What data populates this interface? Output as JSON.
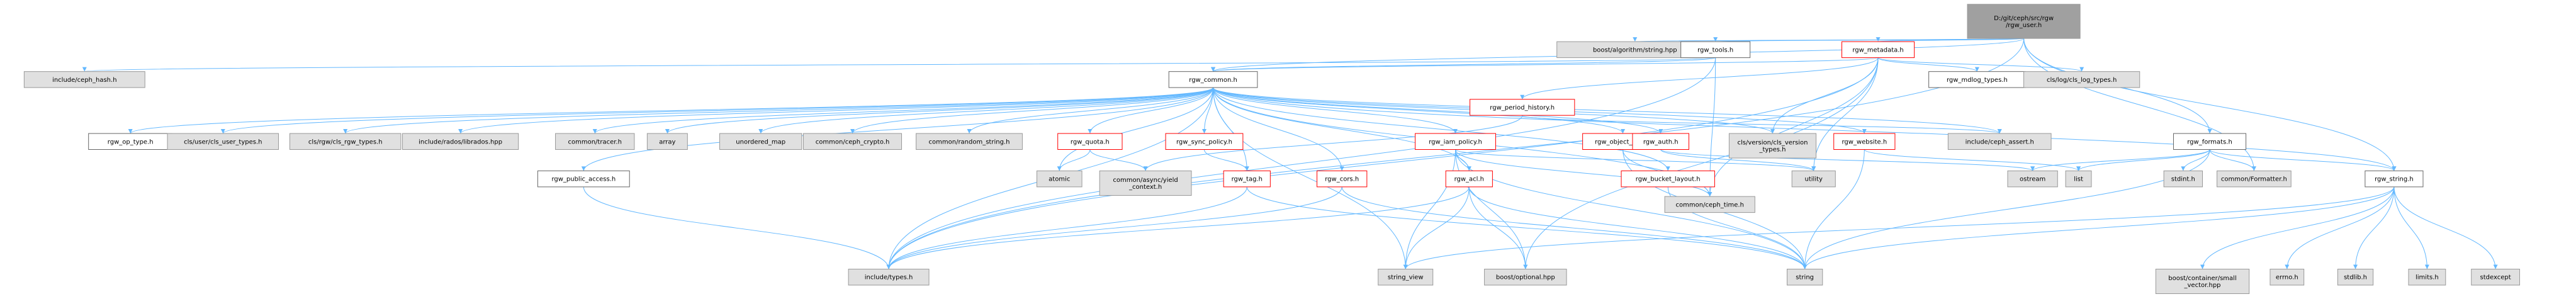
{
  "colors": {
    "edge": "#63b8ff",
    "root_fill": "#a0a0a0",
    "gray_fill": "#e0e0e0",
    "red_border": "#ff0000",
    "normal_border": "#666666"
  },
  "nodes": {
    "root": [
      "D:/git/ceph/src/rgw",
      "/rgw_user.h"
    ],
    "boost_algo": [
      "boost/algorithm/string.hpp"
    ],
    "rgw_tools": [
      "rgw_tools.h"
    ],
    "rgw_metadata": [
      "rgw_metadata.h"
    ],
    "ceph_hash": [
      "include/ceph_hash.h"
    ],
    "rgw_common": [
      "rgw_common.h"
    ],
    "rgw_period_history": [
      "rgw_period_history.h"
    ],
    "rgw_mdlog_types": [
      "rgw_mdlog_types.h"
    ],
    "cls_log_types": [
      "cls/log/cls_log_types.h"
    ],
    "rgw_op_type": [
      "rgw_op_type.h"
    ],
    "cls_user_types": [
      "cls/user/cls_user_types.h"
    ],
    "cls_rgw_types": [
      "cls/rgw/cls_rgw_types.h"
    ],
    "librados": [
      "include/rados/librados.hpp"
    ],
    "tracer": [
      "common/tracer.h"
    ],
    "array": [
      "array"
    ],
    "unordered_map": [
      "unordered_map"
    ],
    "ceph_crypto": [
      "common/ceph_crypto.h"
    ],
    "random_string": [
      "common/random_string.h"
    ],
    "rgw_quota": [
      "rgw_quota.h"
    ],
    "rgw_sync_policy": [
      "rgw_sync_policy.h"
    ],
    "rgw_iam_policy": [
      "rgw_iam_policy.h"
    ],
    "rgw_object_lock": [
      "rgw_object_lock.h"
    ],
    "rgw_auth": [
      "rgw_auth.h"
    ],
    "cls_version": [
      "cls/version/cls_version",
      "_types.h"
    ],
    "rgw_website": [
      "rgw_website.h"
    ],
    "ceph_assert": [
      "include/ceph_assert.h"
    ],
    "rgw_formats": [
      "rgw_formats.h"
    ],
    "rgw_public_access": [
      "rgw_public_access.h"
    ],
    "atomic": [
      "atomic"
    ],
    "yield_context": [
      "common/async/yield",
      "_context.h"
    ],
    "rgw_tag": [
      "rgw_tag.h"
    ],
    "rgw_cors": [
      "rgw_cors.h"
    ],
    "rgw_acl": [
      "rgw_acl.h"
    ],
    "rgw_bucket_layout": [
      "rgw_bucket_layout.h"
    ],
    "ceph_time": [
      "common/ceph_time.h"
    ],
    "utility": [
      "utility"
    ],
    "ostream": [
      "ostream"
    ],
    "list": [
      "list"
    ],
    "stdint": [
      "stdint.h"
    ],
    "formatter": [
      "common/Formatter.h"
    ],
    "rgw_string": [
      "rgw_string.h"
    ],
    "include_types": [
      "include/types.h"
    ],
    "string_view": [
      "string_view"
    ],
    "boost_optional": [
      "boost/optional.hpp"
    ],
    "string": [
      "string"
    ],
    "small_vector": [
      "boost/container/small",
      "_vector.hpp"
    ],
    "errno": [
      "errno.h"
    ],
    "stdlib": [
      "stdlib.h"
    ],
    "limits": [
      "limits.h"
    ],
    "stdexcept": [
      "stdexcept"
    ]
  }
}
